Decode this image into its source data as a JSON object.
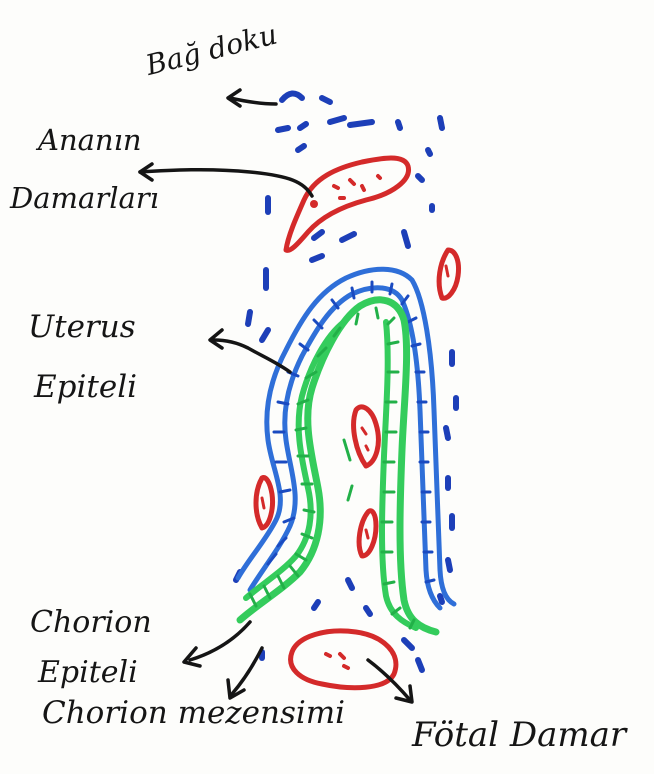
{
  "labels": {
    "bag_doku": "Bağ doku",
    "ananin": "Ananın",
    "damarlari": "Damarları",
    "uterus": "Uterus",
    "epiteli": "Epiteli",
    "chorion": "Chorion",
    "chorion_epiteli": "Epiteli",
    "chorion_mezensimi": "Chorion mezensimi",
    "fotal_damar": "Fötal Damar"
  },
  "colors": {
    "ink": "#151515",
    "maternal_vessel": "#d42a2a",
    "uterus_epithelium": "#2f6fd8",
    "connective_tissue": "#1d3fb8",
    "chorion_epithelium": "#34cc5c",
    "fetal_vessel": "#d42a2a"
  }
}
